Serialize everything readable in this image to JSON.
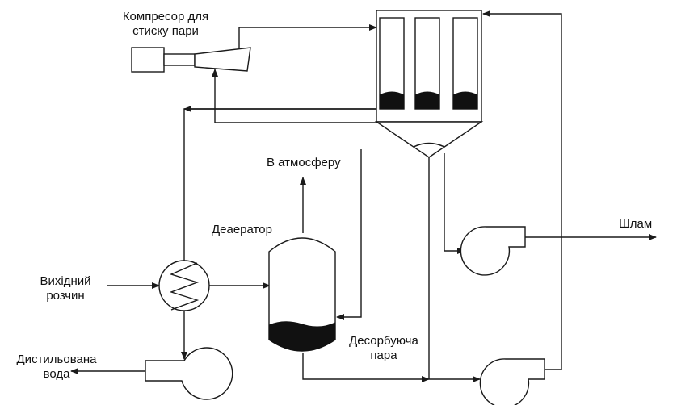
{
  "labels": {
    "compressor_line1": "Компресор для",
    "compressor_line2": "стиску пари",
    "atmosphere": "В атмосферу",
    "deaerator": "Деаератор",
    "sludge": "Шлам",
    "feed_line1": "Вихідний",
    "feed_line2": "розчин",
    "desorb_line1": "Десорбуюча",
    "desorb_line2": "пара",
    "distilled_line1": "Дистильована",
    "distilled_line2": "вода"
  }
}
